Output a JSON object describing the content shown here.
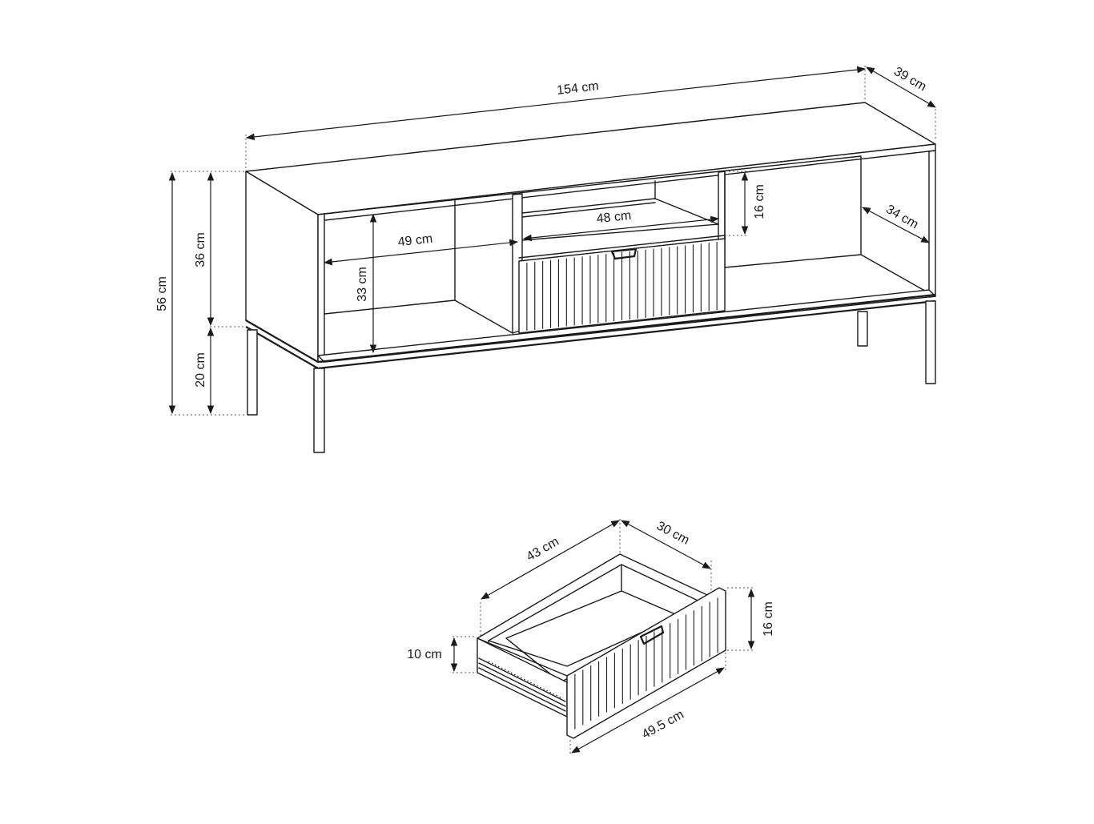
{
  "colors": {
    "line": "#1a1a1a",
    "background": "#ffffff"
  },
  "dimensions": {
    "width": "154 cm",
    "depth": "39 cm",
    "total_height": "56 cm",
    "body_height": "36 cm",
    "leg_height": "20 cm",
    "inner_depth": "34 cm",
    "shelf_height": "16 cm",
    "compartment_height": "33 cm",
    "compartment_width": "49 cm",
    "middle_width": "48 cm",
    "drawer_length": "43 cm",
    "drawer_depth": "30 cm",
    "drawer_front_height": "16 cm",
    "drawer_box_height": "10 cm",
    "drawer_front_width": "49.5 cm"
  }
}
